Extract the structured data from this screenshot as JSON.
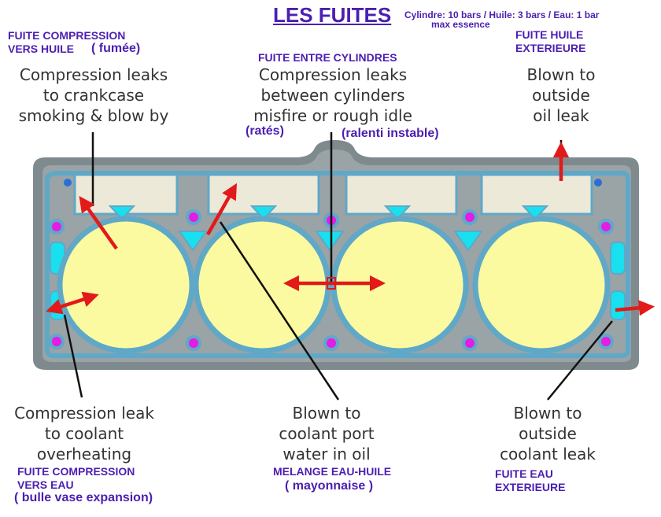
{
  "title": "LES FUITES",
  "pressures": "Cylindre: 10 bars / Huile: 3 bars / Eau: 1 bar",
  "pressures_note": "max essence",
  "labels": {
    "compression_oil": {
      "fr_line1": "FUITE COMPRESSION",
      "fr_line2": "VERS HUILE",
      "fr_note": "( fumée)",
      "en": [
        "Compression leaks",
        "to crankcase",
        "smoking & blow by"
      ]
    },
    "between_cylinders": {
      "fr_title": "FUITE ENTRE CYLINDRES",
      "en": [
        "Compression leaks",
        "between cylinders",
        "misfire or rough idle"
      ],
      "fr_note1": "(ratés)",
      "fr_note2": "(ralenti instable)"
    },
    "external_oil": {
      "fr_line1": "FUITE HUILE",
      "fr_line2": "EXTERIEURE",
      "en": [
        "Blown to",
        "outside",
        "oil leak"
      ]
    },
    "compression_coolant": {
      "en": [
        "Compression leak",
        "to coolant",
        "overheating"
      ],
      "fr_line1": "FUITE COMPRESSION",
      "fr_line2": "VERS EAU",
      "fr_note": "( bulle vase expansion)"
    },
    "coolant_port": {
      "en": [
        "Blown to",
        "coolant port",
        "water in oil"
      ],
      "fr_line1": "MELANGE EAU-HUILE",
      "fr_note": "( mayonnaise )"
    },
    "external_coolant": {
      "en": [
        "Blown to",
        "outside",
        "coolant leak"
      ],
      "fr_line1": "FUITE EAU",
      "fr_line2": "EXTERIEURE"
    }
  },
  "colors": {
    "gasket_frame": "#7f8a8e",
    "gasket_seal": "#5fa8c8",
    "cylinder_bore": "#fbfaa0",
    "coolant_port": "#19e0ee",
    "bolt_hole": "#e31ce6",
    "arrow": "#e21a1a",
    "pointer": "#111111",
    "french_text": "#4b1fb0"
  }
}
